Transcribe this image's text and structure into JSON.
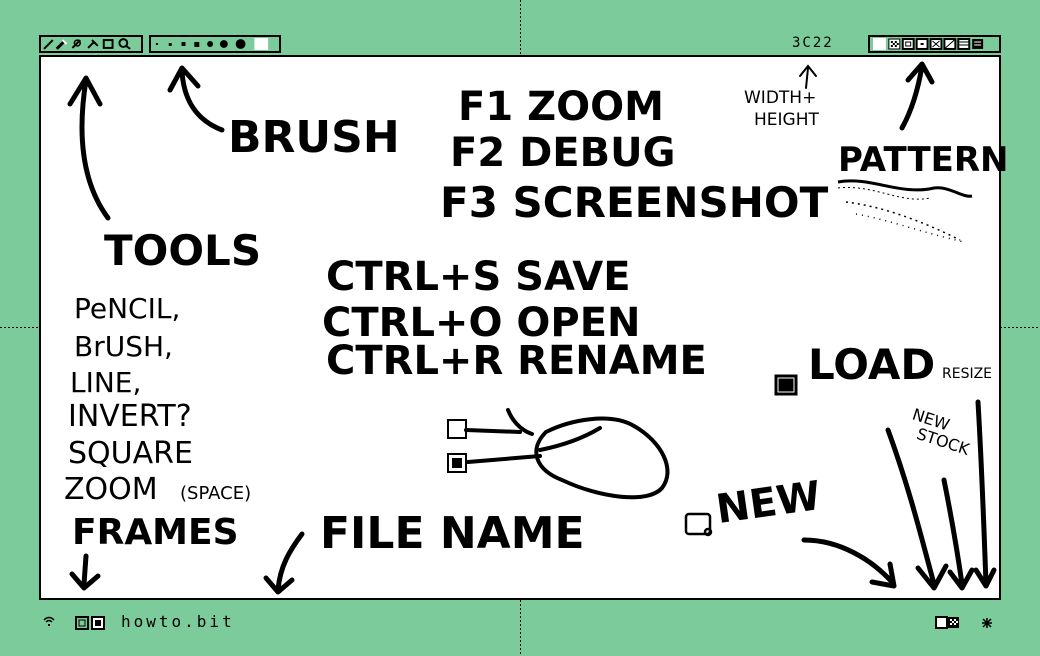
{
  "colors": {
    "frame": "#7ccb9a",
    "ink": "#000000",
    "paper": "#ffffff"
  },
  "toolbar": {
    "tools": [
      "pencil-icon",
      "brush-icon",
      "line-icon",
      "invert-icon",
      "square-icon",
      "zoom-icon"
    ],
    "brushes": [
      "brush-size-1",
      "brush-size-2",
      "brush-size-3",
      "brush-size-4",
      "brush-size-5",
      "brush-size-6",
      "brush-size-7",
      "brush-size-8"
    ],
    "dimensions": "3C22",
    "patterns": [
      "pattern-white",
      "pattern-checker",
      "pattern-grid",
      "pattern-dots",
      "pattern-cross",
      "pattern-diagonal",
      "pattern-lines",
      "pattern-black"
    ]
  },
  "statusbar": {
    "frames_icon": "frames-icon",
    "file_icons": [
      "new-file-icon",
      "load-file-icon"
    ],
    "file_name": "howto.bit",
    "right_icons": [
      "new-icon",
      "load-icon",
      "resize-icon"
    ]
  },
  "notes": {
    "brush": "BRUSH",
    "tools": "TOOLS",
    "tool_list": [
      "PeNCIL,",
      "BrUSH,",
      "LINE,",
      "INVERT?",
      "SQUARE",
      "ZOOM"
    ],
    "zoom_space": "(SPACE)",
    "frames": "FRAMES",
    "file_name": "FILE NAME",
    "f1": "F1 ZOOM",
    "f2": "F2 DEBUG",
    "f3": "F3 SCREENSHOT",
    "width_height": [
      "WIDTH+",
      "HEIGHT"
    ],
    "pattern": "PATTERN",
    "ctrl_s": "CTRL+S SAVE",
    "ctrl_o": "CTRL+O OPEN",
    "ctrl_r": "CTRL+R RENAME",
    "load": "LOAD",
    "resize": "RESIZE",
    "new_stock": [
      "NEW",
      "STOCK"
    ],
    "new": "NEW"
  }
}
